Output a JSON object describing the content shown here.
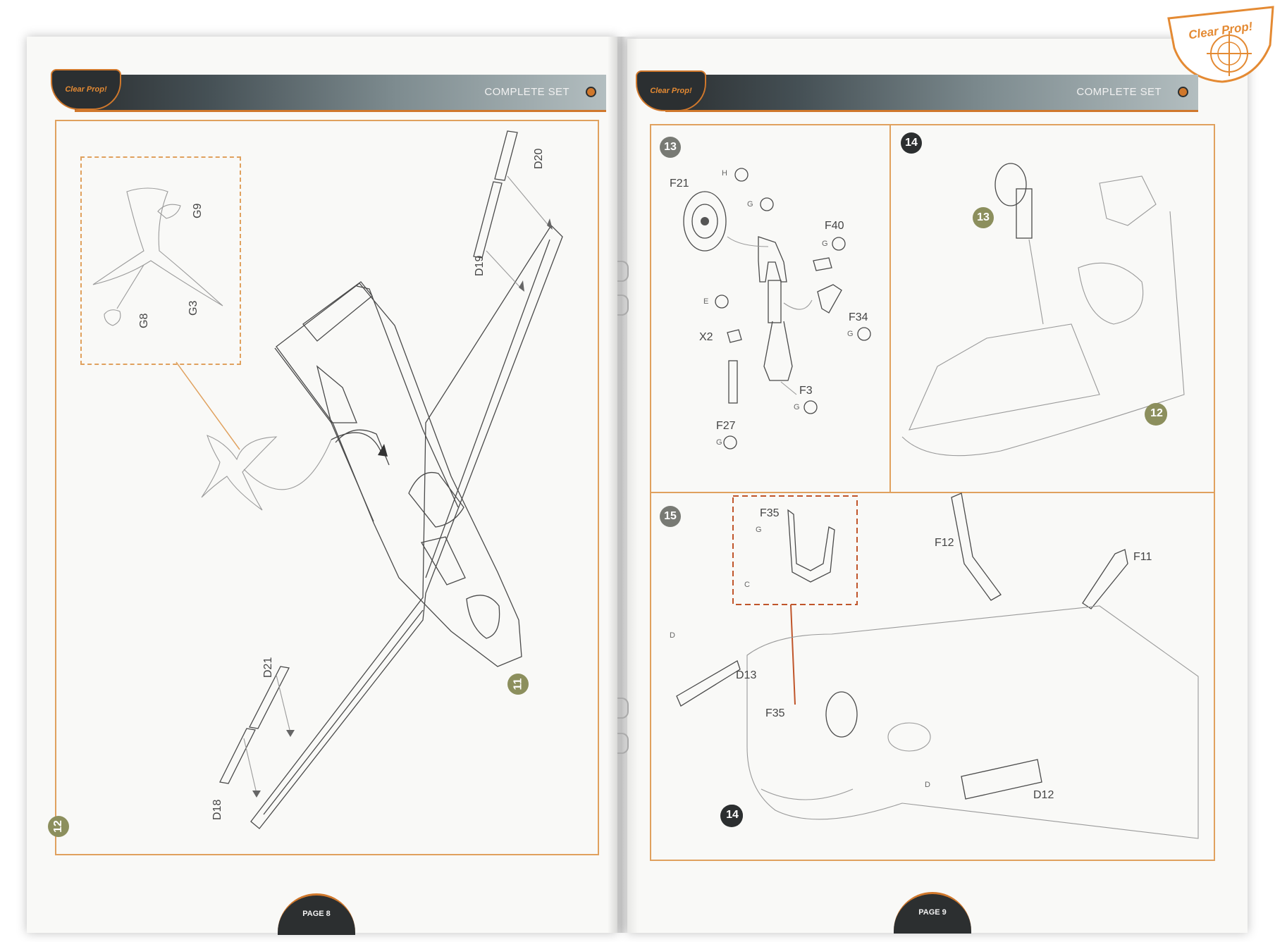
{
  "left_page": {
    "header_title": "COMPLETE SET",
    "page_label": "PAGE 8",
    "steps": [
      "11",
      "12"
    ],
    "parts": [
      "G9",
      "G3",
      "G8",
      "D20",
      "D19",
      "D21",
      "D18"
    ]
  },
  "right_page": {
    "header_title": "COMPLETE SET",
    "page_label": "PAGE 9",
    "steps": [
      "13",
      "14",
      "15"
    ],
    "refs": [
      "13",
      "12",
      "14"
    ],
    "parts_13": [
      "F21",
      "H",
      "G",
      "F40",
      "G",
      "E",
      "F34",
      "G",
      "X2",
      "F3",
      "G",
      "F27",
      "G"
    ],
    "parts_15": [
      "F35",
      "G",
      "C",
      "F12",
      "F11",
      "D",
      "D13",
      "F35",
      "D",
      "D12"
    ]
  },
  "brand": {
    "logo_text": "Clear Prop!"
  }
}
